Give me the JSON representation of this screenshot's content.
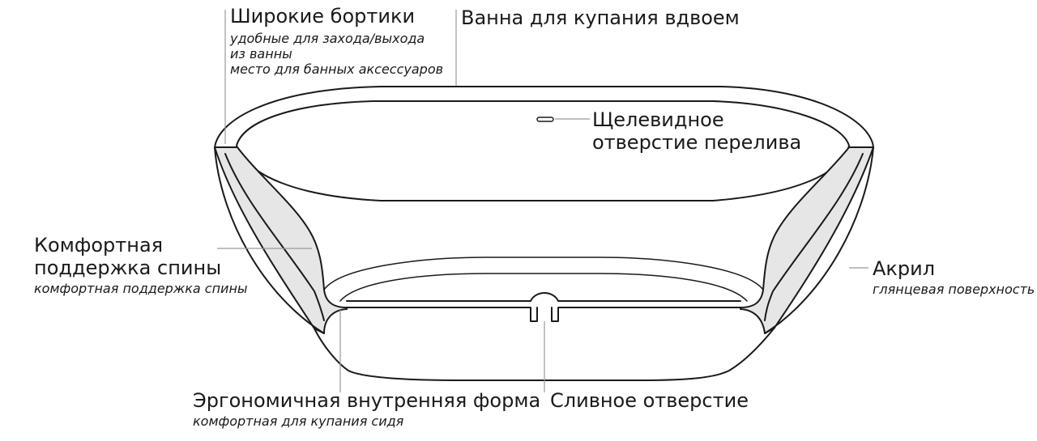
{
  "labels": {
    "rims": {
      "title": "Широкие бортики",
      "lines": [
        "удобные для захода/выхода",
        "из ванны",
        "место для банных аксессуаров"
      ]
    },
    "double_bath": {
      "title": "Ванна для купания вдвоем"
    },
    "overflow": {
      "line1": "Щелевидное",
      "line2": "отверстие перелива"
    },
    "back_support": {
      "line1": "Комфортная",
      "line2": "поддержка спины",
      "sub": "комфортная поддержка спины"
    },
    "acrylic": {
      "title": "Акрил",
      "sub": "глянцевая поверхность"
    },
    "ergonomic": {
      "title": "Эргономичная внутренняя форма",
      "sub": "комфортная для купания сидя"
    },
    "drain": {
      "title": "Сливное отверстие"
    }
  },
  "colors": {
    "outline": "#1a1a1a",
    "section_fill": "#e6e6e6",
    "leader_line": "#9a9a9a"
  }
}
